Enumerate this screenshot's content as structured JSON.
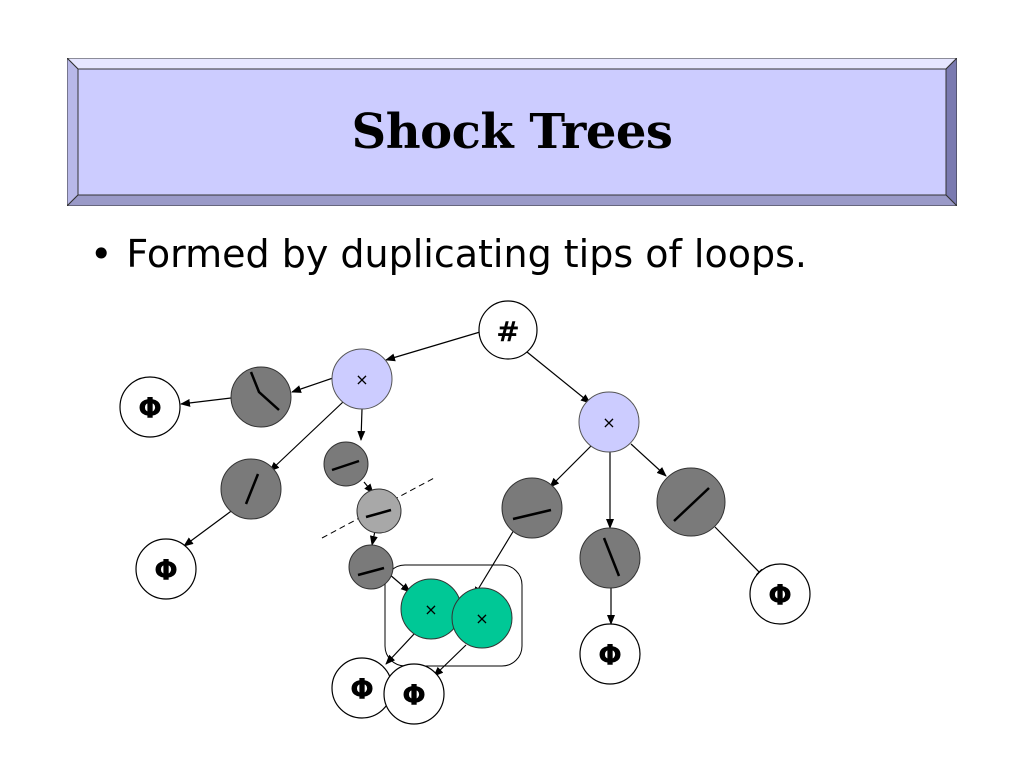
{
  "slide": {
    "title": "Shock Trees",
    "bullet_marker": "•",
    "bullet_text": "Formed by duplicating tips of loops."
  },
  "colors": {
    "banner_fill": "#ccccff",
    "banner_bevel_light": "#e6e6ff",
    "banner_bevel_dark": "#7a7ab0",
    "shock_node_dark": "#7a7a7a",
    "shock_node_light": "#a8a8a8",
    "cross_node": "#ccccff",
    "duplicated_tip": "#00c896"
  },
  "diagram": {
    "root_label": "#",
    "cross_label": "×",
    "terminal_label": "Φ"
  }
}
